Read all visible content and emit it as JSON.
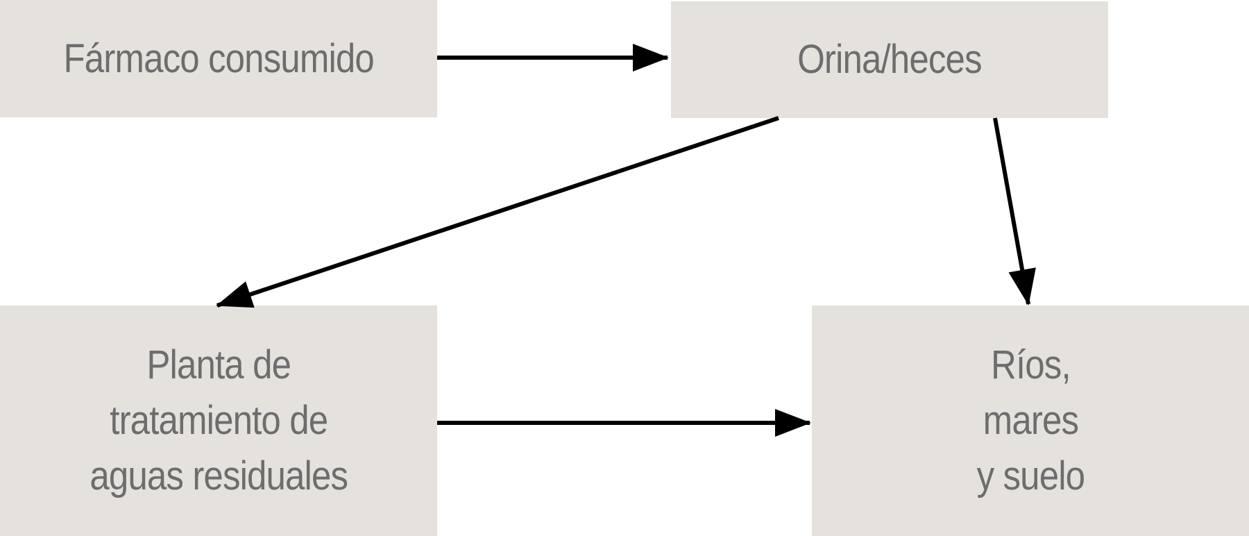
{
  "diagram": {
    "nodes": [
      {
        "id": "farmaco",
        "lines": [
          "Fármaco consumido"
        ]
      },
      {
        "id": "orina",
        "lines": [
          "Orina/heces"
        ]
      },
      {
        "id": "planta",
        "lines": [
          "Planta de",
          "tratamiento de",
          "aguas residuales"
        ]
      },
      {
        "id": "rios",
        "lines": [
          "Ríos,",
          "mares",
          "y suelo"
        ]
      }
    ],
    "edges": [
      {
        "from": "farmaco",
        "to": "orina"
      },
      {
        "from": "orina",
        "to": "planta"
      },
      {
        "from": "orina",
        "to": "rios"
      },
      {
        "from": "planta",
        "to": "rios"
      }
    ],
    "colors": {
      "node_fill": "#e5e2de",
      "node_text": "#6d6d6d",
      "arrow": "#000000"
    }
  }
}
